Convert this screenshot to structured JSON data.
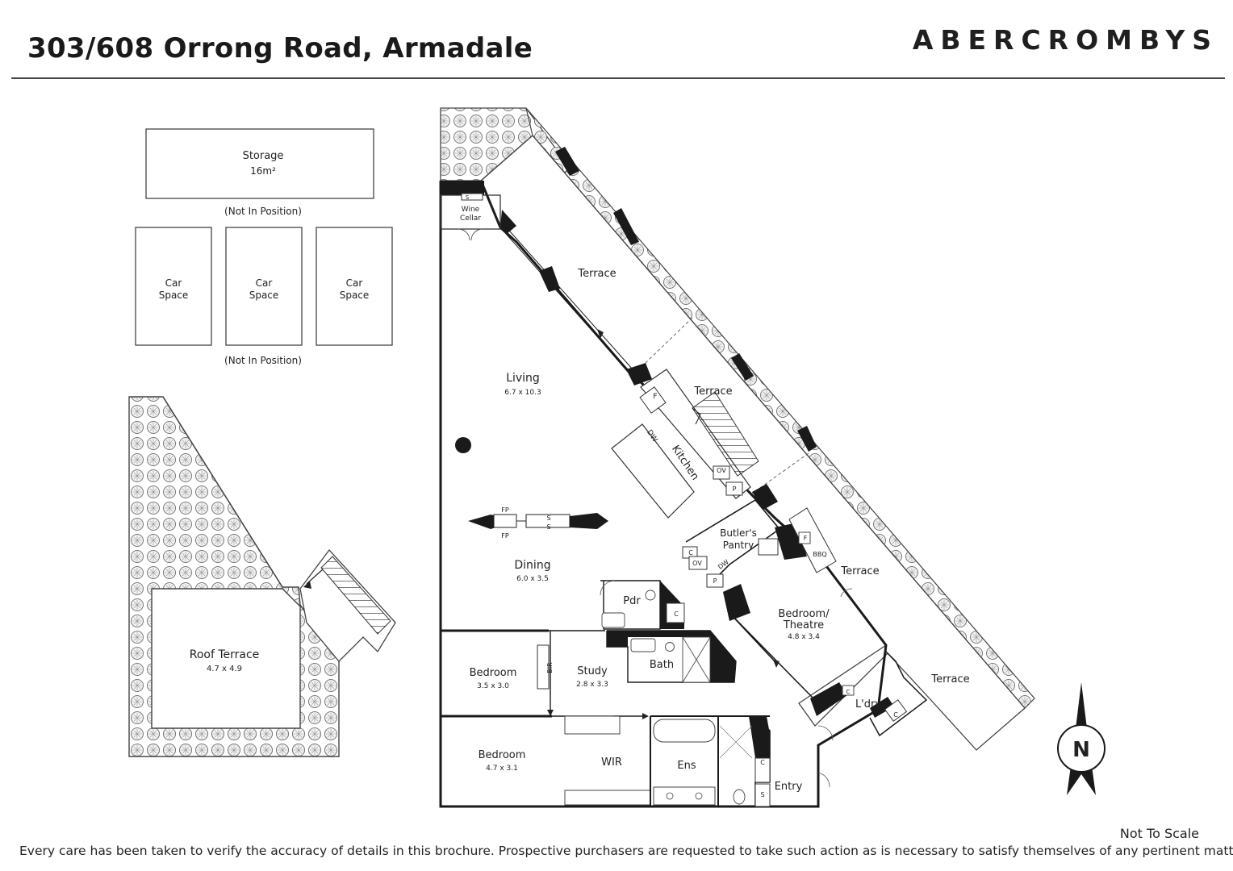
{
  "header": {
    "address": "303/608 Orrong Road, Armadale",
    "brand": "ABERCROMBYS"
  },
  "annex": {
    "storage": {
      "name": "Storage",
      "area": "16m²"
    },
    "storage_note": "(Not In Position)",
    "car_space": "Car Space",
    "car_note": "(Not In Position)",
    "roof_terrace": {
      "name": "Roof Terrace",
      "dims": "4.7 x 4.9"
    }
  },
  "rooms": {
    "wine_cellar": "Wine Cellar",
    "terrace": "Terrace",
    "living": {
      "name": "Living",
      "dims": "6.7 x 10.3"
    },
    "kitchen": "Kitchen",
    "dining": {
      "name": "Dining",
      "dims": "6.0 x 3.5"
    },
    "butlers_pantry": "Butler's Pantry",
    "bedroom_theatre": {
      "name": "Bedroom/ Theatre",
      "dims": "4.8 x 3.4"
    },
    "pdr": "Pdr",
    "bath": "Bath",
    "bedroom_2": {
      "name": "Bedroom",
      "dims": "3.5 x 3.0"
    },
    "study": {
      "name": "Study",
      "dims": "2.8 x 3.3"
    },
    "bedroom_1": {
      "name": "Bedroom",
      "dims": "4.7 x 3.1"
    },
    "wir": "WIR",
    "ens": "Ens",
    "laundry": "L'dry",
    "entry": "Entry"
  },
  "fixtures": {
    "fridge": "F",
    "dishwasher": "DW",
    "oven": "OV",
    "pantry": "P",
    "cupboard": "C",
    "shelves": "S",
    "fireplace": "FP",
    "bbq": "BBQ",
    "built_in_robe": "BIR"
  },
  "compass": {
    "label": "N"
  },
  "footer": {
    "scale_note": "Not To Scale",
    "disclaimer": "Every care has been taken to verify the accuracy of details in this brochure. Prospective purchasers are requested to take such action as is necessary to satisfy themselves of any pertinent matters"
  }
}
